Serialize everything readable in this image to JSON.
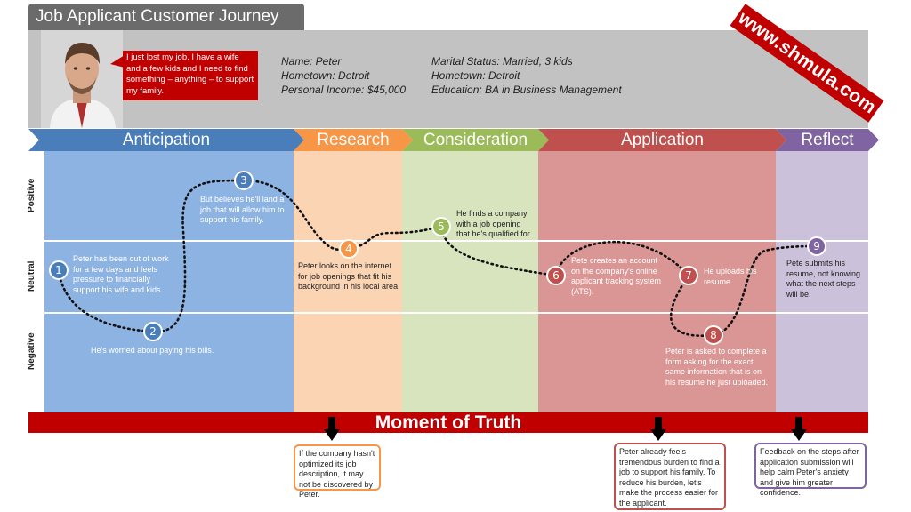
{
  "title": "Job Applicant Customer Journey",
  "persona": {
    "quote": "I just lost my job. I have a wife and a few kids and I need to find something – anything – to support my family.",
    "name": "Name: Peter",
    "hometown": "Hometown: Detroit",
    "income": "Personal Income: $45,000",
    "marital": "Marital Status: Married, 3 kids",
    "hometown2": "Hometown: Detroit",
    "education": "Education: BA in Business Management"
  },
  "watermark": "www.shmula.com",
  "stages": [
    {
      "label": "Anticipation",
      "color": "#4a7ebb",
      "bg": "#8db3e2"
    },
    {
      "label": "Research",
      "color": "#f79646",
      "bg": "#fbd4b4"
    },
    {
      "label": "Consideration",
      "color": "#9bbb59",
      "bg": "#d7e4bd"
    },
    {
      "label": "Application",
      "color": "#c0504d",
      "bg": "#da9694"
    },
    {
      "label": "Reflect",
      "color": "#8064a2",
      "bg": "#ccc1da"
    }
  ],
  "rows": [
    "Positive",
    "Neutral",
    "Negative"
  ],
  "steps": [
    {
      "num": "1",
      "text": "Peter has been out of work for a few days and feels pressure to financially support his wife and kids",
      "color": "#4a7ebb"
    },
    {
      "num": "2",
      "text": "He's worried about paying his bills.",
      "color": "#4a7ebb"
    },
    {
      "num": "3",
      "text": "But believes he'll land a job that will allow him to support his family.",
      "color": "#4a7ebb"
    },
    {
      "num": "4",
      "text": "Peter looks on the internet for job openings that fit his background in his local area",
      "color": "#f79646"
    },
    {
      "num": "5",
      "text": "He finds a company with a job opening that he's qualified for.",
      "color": "#9bbb59"
    },
    {
      "num": "6",
      "text": "Pete creates an account on the company's online applicant tracking system (ATS).",
      "color": "#c0504d"
    },
    {
      "num": "7",
      "text": "He uploads his resume",
      "color": "#c0504d"
    },
    {
      "num": "8",
      "text": "Peter is asked to complete a form asking for the exact same information that is on his resume he just uploaded.",
      "color": "#c0504d"
    },
    {
      "num": "9",
      "text": "Pete submits his resume, not knowing what the next steps will be.",
      "color": "#8064a2"
    }
  ],
  "moment_of_truth": "Moment of Truth",
  "callouts": [
    {
      "text": "If the company hasn't optimized its job description, it may not be discovered by Peter.",
      "color": "#f79646"
    },
    {
      "text": "Peter already feels tremendous burden to find a job to support his family. To reduce his burden, let's make the process easier for the applicant.",
      "color": "#c0504d"
    },
    {
      "text": "Feedback on the steps after application submission will help calm Peter's anxiety and give him greater confidence.",
      "color": "#8064a2"
    }
  ]
}
